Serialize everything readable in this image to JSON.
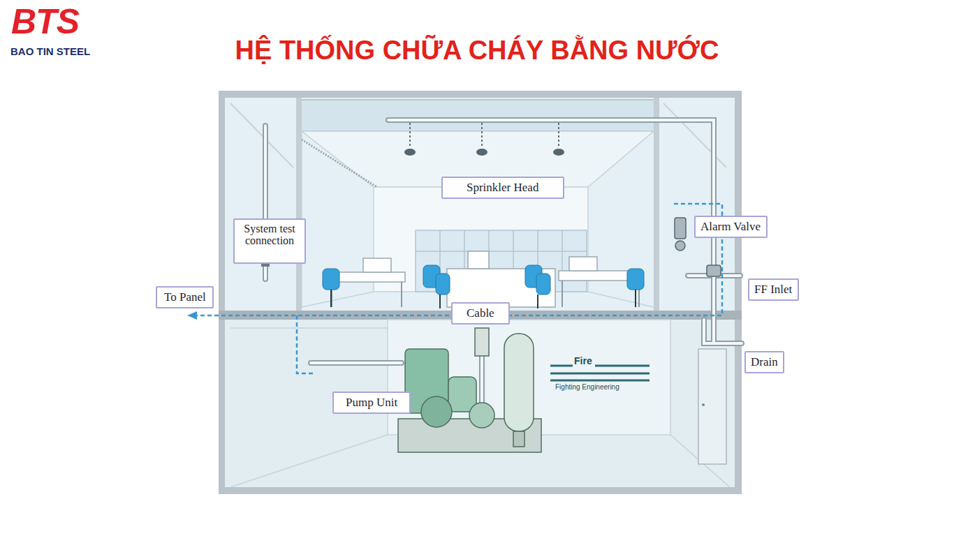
{
  "diagram": {
    "title": "HỆ THỐNG CHỮA CHÁY BẰNG NƯỚC",
    "nodes": [
      {
        "text": [
          "Sprinkler Head"
        ]
      },
      {
        "text": [
          "System test connection"
        ]
      },
      {
        "text": [
          "Alarm Valve"
        ]
      },
      {
        "text": [
          "FF Inlet"
        ]
      },
      {
        "text": [
          "To Panel"
        ]
      },
      {
        "text": [
          "Cable"
        ]
      },
      {
        "text": [
          "Drain"
        ]
      },
      {
        "text": [
          "Pump Unit"
        ]
      }
    ],
    "labels": [
      "BTS",
      "BAO TIN STEEL",
      "Fire",
      "Fighting Engineering"
    ]
  }
}
